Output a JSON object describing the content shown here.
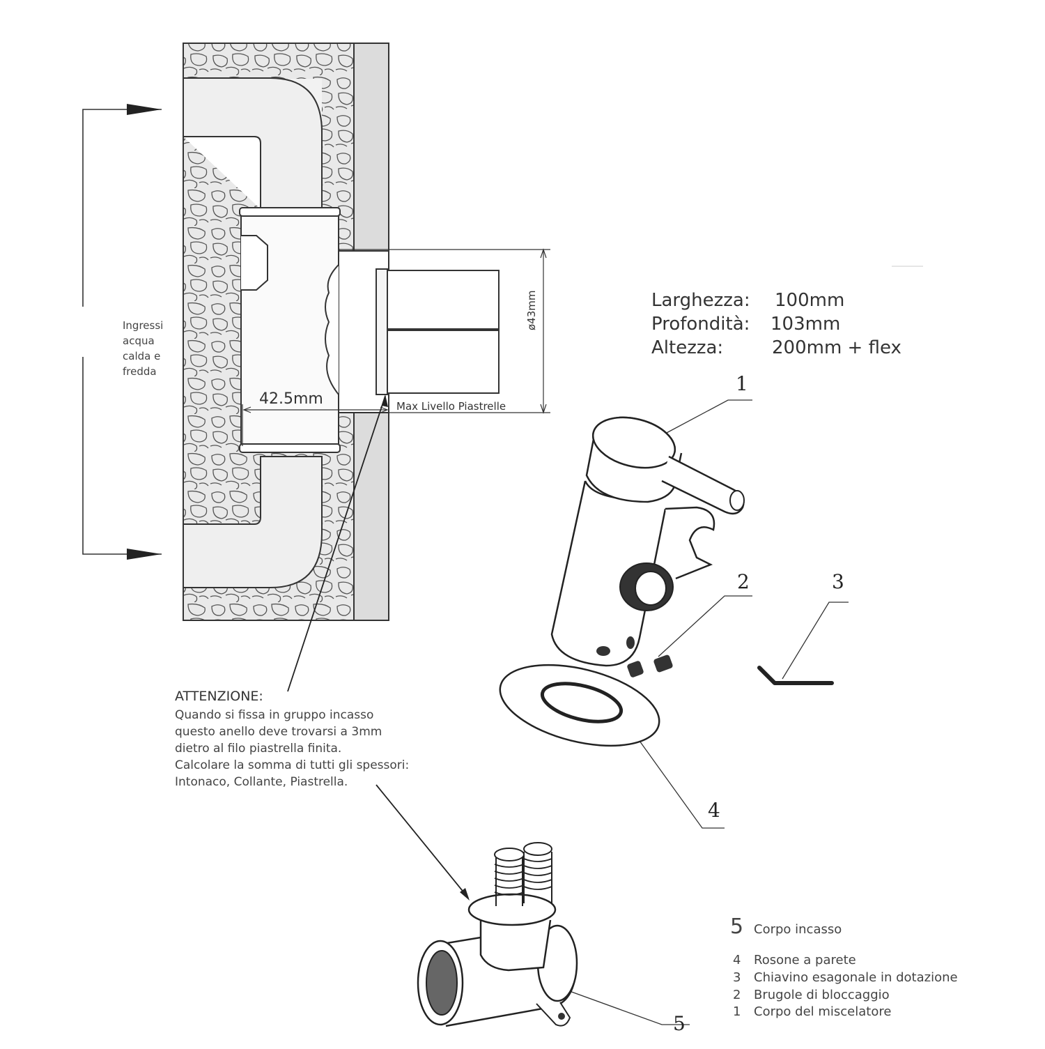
{
  "side_labels": {
    "inlets": [
      "Ingressi",
      "acqua",
      "calda e",
      "fredda"
    ]
  },
  "dimensions_side": {
    "depth": "42.5mm",
    "diameter": "ø43mm",
    "max_tile": "Max Livello Piastrelle"
  },
  "specs": [
    {
      "label": "Larghezza:",
      "value": "100mm"
    },
    {
      "label": "Profondità:",
      "value": "103mm"
    },
    {
      "label": "Altezza:",
      "value": "200mm + flex"
    }
  ],
  "attention": {
    "title": "ATTENZIONE:",
    "lines": [
      "Quando si fissa in gruppo incasso",
      "questo anello deve trovarsi a 3mm",
      "dietro al filo piastrella finita.",
      "Calcolare la somma di tutti gli spessori:",
      "Intonaco, Collante, Piastrella."
    ]
  },
  "callouts": [
    "1",
    "2",
    "3",
    "4",
    "5"
  ],
  "legend": [
    {
      "num": "5",
      "text": "Corpo incasso"
    },
    {
      "num": "4",
      "text": "Rosone a parete"
    },
    {
      "num": "3",
      "text": "Chiavino esagonale in dotazione"
    },
    {
      "num": "2",
      "text": "Brugole di bloccaggio"
    },
    {
      "num": "1",
      "text": "Corpo del miscelatore"
    }
  ]
}
